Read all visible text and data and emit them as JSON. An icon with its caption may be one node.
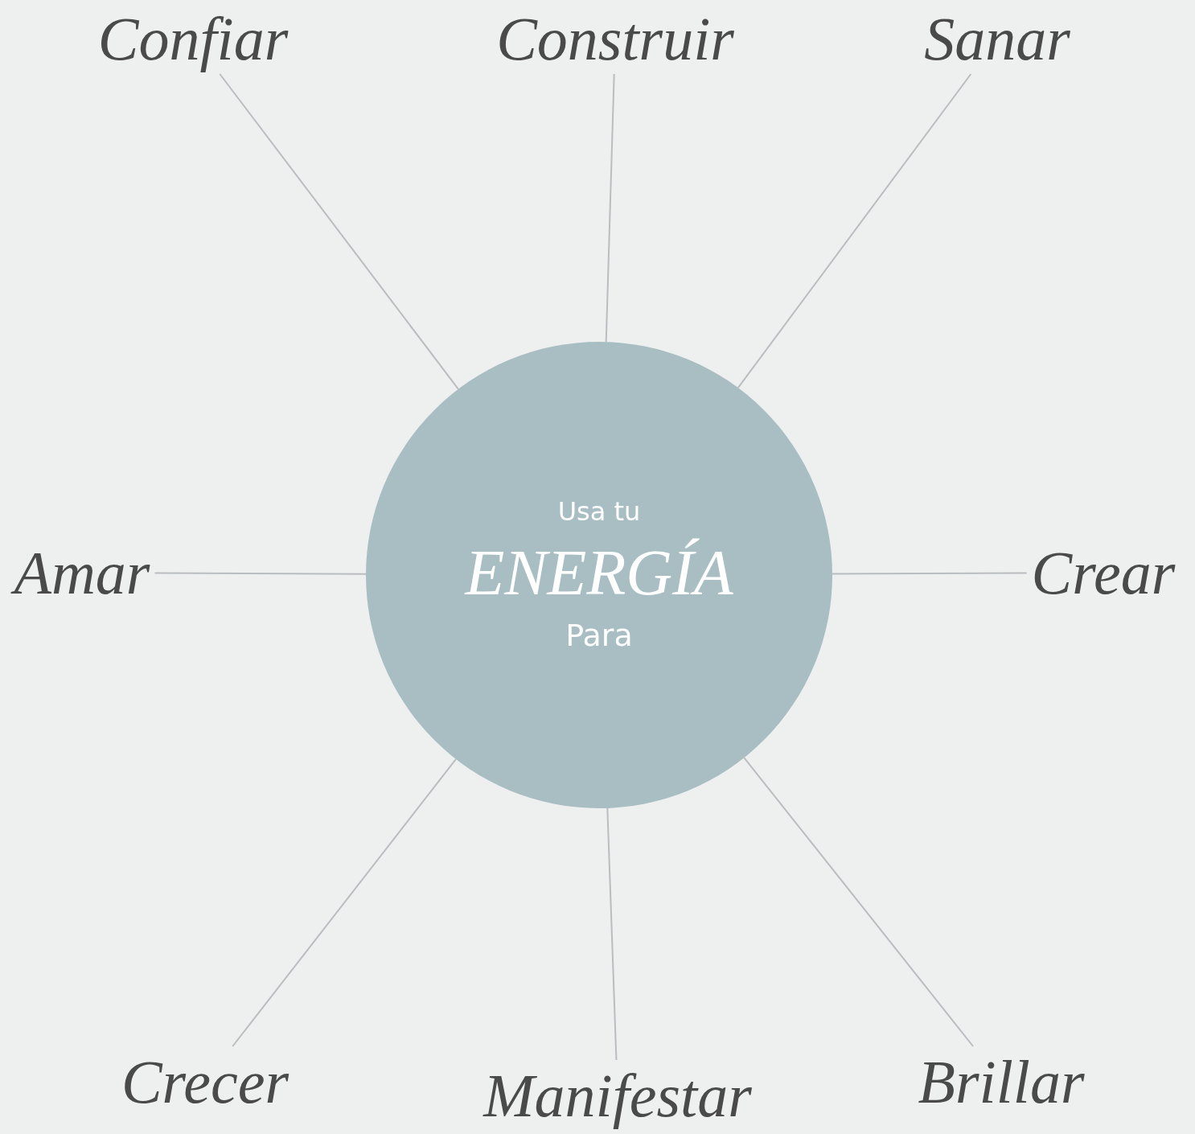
{
  "diagram": {
    "nodes": [
      {
        "text": [
          "Usa tu",
          "ENERGÍA",
          "Para"
        ]
      },
      {
        "text": [
          "Confiar"
        ]
      },
      {
        "text": [
          "Construir"
        ]
      },
      {
        "text": [
          "Sanar"
        ]
      },
      {
        "text": [
          "Amar"
        ]
      },
      {
        "text": [
          "Crear"
        ]
      },
      {
        "text": [
          "Crecer"
        ]
      },
      {
        "text": [
          "Manifestar"
        ]
      },
      {
        "text": [
          "Brillar"
        ]
      }
    ],
    "edges": [
      {
        "from": 0,
        "to": 1,
        "arrow": "none"
      },
      {
        "from": 0,
        "to": 2,
        "arrow": "none"
      },
      {
        "from": 0,
        "to": 3,
        "arrow": "none"
      },
      {
        "from": 0,
        "to": 4,
        "arrow": "none"
      },
      {
        "from": 0,
        "to": 5,
        "arrow": "none"
      },
      {
        "from": 0,
        "to": 6,
        "arrow": "none"
      },
      {
        "from": 0,
        "to": 7,
        "arrow": "none"
      },
      {
        "from": 0,
        "to": 8,
        "arrow": "none"
      }
    ]
  }
}
